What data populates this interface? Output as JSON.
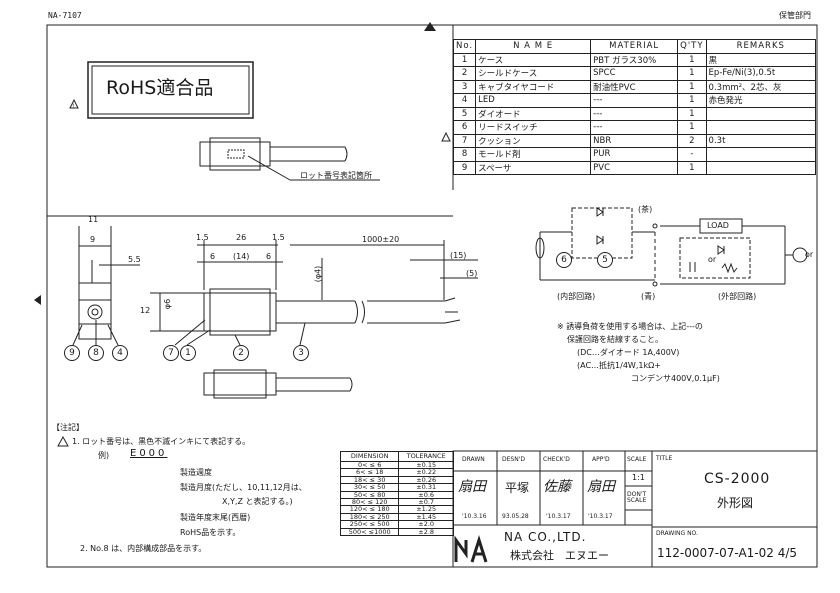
{
  "header": {
    "doc_code": "NA-7107",
    "storage_dept": "保管部門"
  },
  "rohs_label": "RoHS適合品",
  "lot_mark_label": "ロット番号表記箇所",
  "parts_table": {
    "headers": [
      "No.",
      "N A M E",
      "MATERIAL",
      "Q'TY",
      "REMARKS"
    ],
    "rows": [
      [
        "1",
        "ケース",
        "PBT ガラス30%",
        "1",
        "黒"
      ],
      [
        "2",
        "シールドケース",
        "SPCC",
        "1",
        "Ep-Fe/Ni(3),0.5t"
      ],
      [
        "3",
        "キャブタイヤコード",
        "耐油性PVC",
        "1",
        "0.3mm²、2芯、灰"
      ],
      [
        "4",
        "LED",
        "---",
        "1",
        "赤色発光"
      ],
      [
        "5",
        "ダイオード",
        "---",
        "1",
        ""
      ],
      [
        "6",
        "リードスイッチ",
        "---",
        "1",
        ""
      ],
      [
        "7",
        "クッション",
        "NBR",
        "2",
        "0.3t"
      ],
      [
        "8",
        "モールド剤",
        "PUR",
        "-",
        ""
      ],
      [
        "9",
        "スペーサ",
        "PVC",
        "1",
        ""
      ]
    ]
  },
  "dims": {
    "d11": "11",
    "d9": "9",
    "d5_5": "5.5",
    "d12": "12",
    "d1_5a": "1.5",
    "d26": "26",
    "d1_5b": "1.5",
    "d6a": "6",
    "d14": "(14)",
    "d6b": "6",
    "d1000": "1000±20",
    "d15": "(15)",
    "d5": "(5)",
    "phi4": "(φ4)",
    "phi6": "φ6"
  },
  "callouts": [
    "1",
    "2",
    "3",
    "4",
    "7",
    "8",
    "9"
  ],
  "circuit": {
    "brown": "(茶)",
    "blue": "(青)",
    "internal": "(内部回路)",
    "external": "(外部回路)",
    "load": "LOAD",
    "or": "or",
    "or_ac": "or",
    "n6": "6",
    "n5": "5"
  },
  "circuit_notes": [
    "※ 誘導負荷を使用する場合は、上記---の",
    "保護回路を結線すること。",
    "(DC…ダイオード  1A,400V)",
    "(AC…抵抗1/4W,1kΩ+",
    "コンデンサ400V,0.1μF)"
  ],
  "notes": {
    "title": "【注記】",
    "n1": "1.  ロット番号は、黒色不滅インキにて表記する。",
    "example_label": "例)",
    "example_code": "E000",
    "l1": "製造週度",
    "l2": "製造月度(ただし、10,11,12月は、",
    "l3": "X,Y,Z と表記する。)",
    "l4": "製造年度末尾(西暦)",
    "l5": "RoHS品を示す。",
    "n2": "2.  No.8 は、内部構成部品を示す。"
  },
  "tolerance_table": {
    "headers": [
      "DIMENSION",
      "TOLERANCE"
    ],
    "rows": [
      [
        "0<  ≤  6",
        "±0.15"
      ],
      [
        "6<  ≤  18",
        "±0.22"
      ],
      [
        "18<  ≤  30",
        "±0.26"
      ],
      [
        "30<  ≤  50",
        "±0.31"
      ],
      [
        "50<  ≤  80",
        "±0.6"
      ],
      [
        "80<  ≤  120",
        "±0.7"
      ],
      [
        "120<  ≤  180",
        "±1.25"
      ],
      [
        "180<  ≤  250",
        "±1.45"
      ],
      [
        "250<  ≤  500",
        "±2.0"
      ],
      [
        "500<  ≤1000",
        "±2.8"
      ]
    ]
  },
  "title_block": {
    "drawn_h": "DRAWN",
    "desnd_h": "DESN'D",
    "checkd_h": "CHECK'D",
    "appd_h": "APP'D",
    "scale_h": "SCALE",
    "scale_v": "1:1",
    "dont_scale": "DON'T SCALE",
    "title_h": "TITLE",
    "model": "CS-2000",
    "drawing_name": "外形図",
    "drawn_sig": "扇田",
    "desnd_sig": "平塚",
    "checkd_sig": "佐藤",
    "appd_sig": "扇田",
    "drawn_date": "'10.3.16",
    "desnd_date": "93.05.28",
    "checkd_date": "'10.3.17",
    "appd_date": "'10.3.17",
    "company_en": "NA CO.,LTD.",
    "company_jp": "株式会社　エヌエー",
    "drawing_no_h": "DRAWING NO.",
    "drawing_no": "112-0007-07-A1-02 4/5"
  }
}
